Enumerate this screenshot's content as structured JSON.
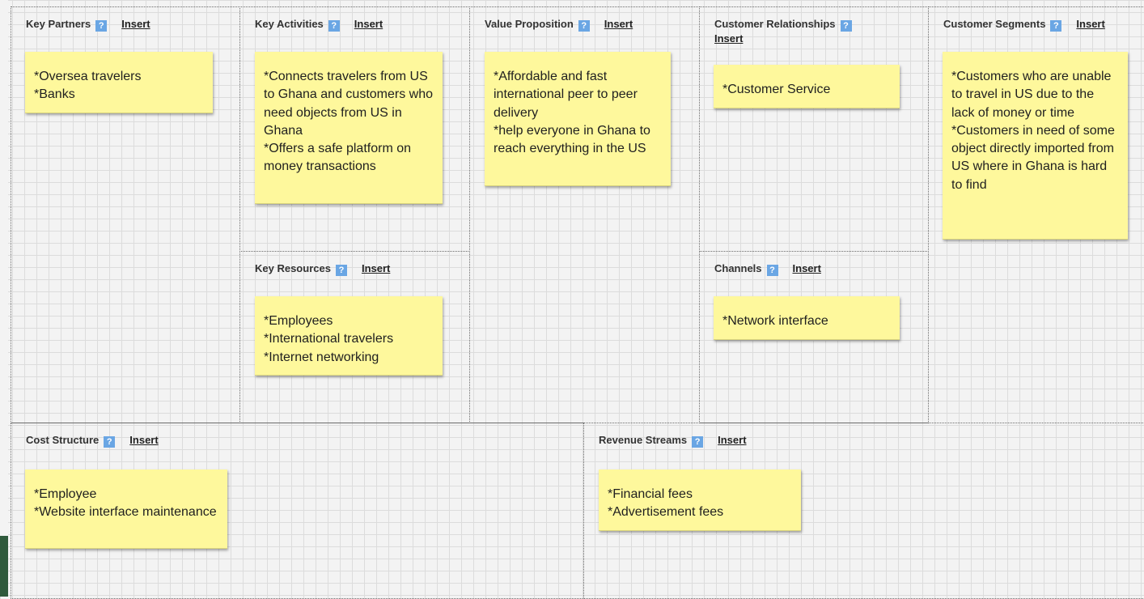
{
  "canvas": {
    "help_icon_glyph": "?",
    "insert_label": "Insert"
  },
  "blocks": {
    "key_partners": {
      "title": "Key Partners",
      "notes": [
        "*Oversea travelers\n*Banks"
      ]
    },
    "key_activities": {
      "title": "Key Activities",
      "notes": [
        "*Connects travelers from US to Ghana and customers who need objects from US in Ghana\n*Offers a safe platform on money transactions"
      ]
    },
    "key_resources": {
      "title": "Key Resources",
      "notes": [
        "*Employees\n*International travelers\n*Internet networking"
      ]
    },
    "value_proposition": {
      "title": "Value Proposition",
      "notes": [
        "*Affordable and fast international peer to peer delivery\n*help everyone in Ghana to reach everything in the US"
      ]
    },
    "customer_relationships": {
      "title": "Customer Relationships",
      "notes": [
        "*Customer Service"
      ]
    },
    "channels": {
      "title": "Channels",
      "notes": [
        "*Network interface"
      ]
    },
    "customer_segments": {
      "title": "Customer Segments",
      "notes": [
        "*Customers who are unable to travel in US due to the lack of money or time\n*Customers in need of some object directly imported from US where in Ghana is hard to find"
      ]
    },
    "cost_structure": {
      "title": "Cost Structure",
      "notes": [
        "*Employee\n*Website interface maintenance"
      ]
    },
    "revenue_streams": {
      "title": "Revenue Streams",
      "notes": [
        "*Financial fees\n*Advertisement fees"
      ]
    }
  },
  "colors": {
    "note_background": "#fef89c",
    "help_icon": "#6aa6e4",
    "grid_line": "#dcdcdc",
    "page_background": "#f3f3f3",
    "left_accent": "#2f5a3c"
  },
  "icons": {
    "help": "help-icon"
  }
}
